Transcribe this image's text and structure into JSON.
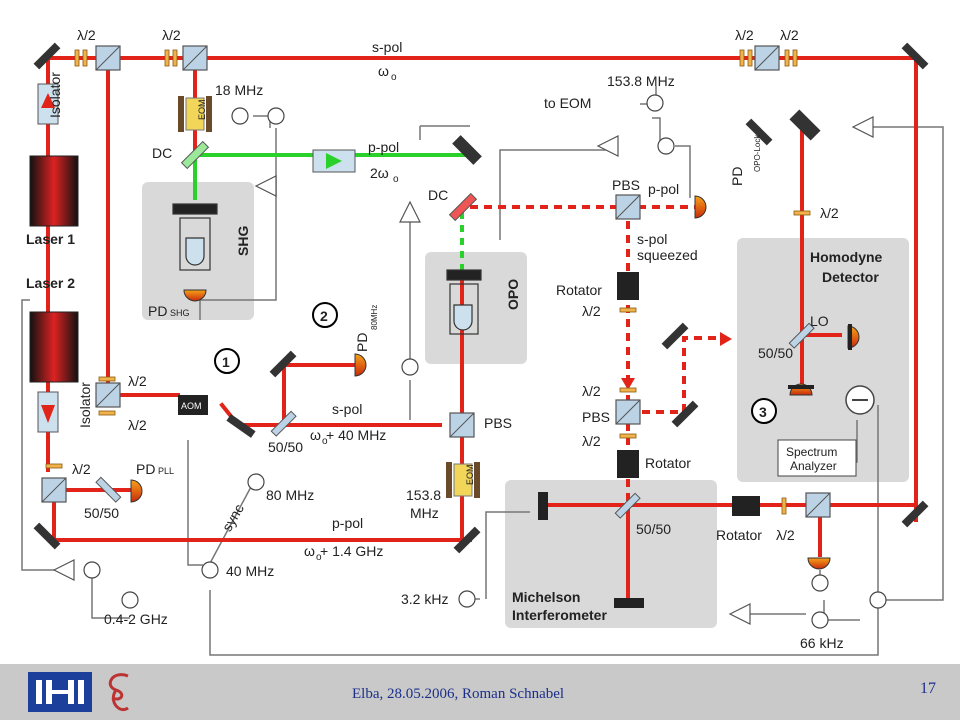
{
  "diagram": {
    "labels": {
      "halfwave": "λ/2",
      "s_pol": "s-pol",
      "omega_0": "ω",
      "omega_sub": "o",
      "isolator": "Isolator",
      "laser1": "Laser 1",
      "laser2": "Laser 2",
      "eom": "EOM",
      "mhz18": "18 MHz",
      "dc": "DC",
      "shg": "SHG",
      "pd": "PD",
      "shg_sub": "SHG",
      "p_pol": "p-pol",
      "two_omega_0": "2ω",
      "mhz153": "153.8 MHz",
      "to_eom": "to EOM",
      "pbs": "PBS",
      "pd_opo_sub": "OPO-Lock",
      "opo": "OPO",
      "s_pol_squeezed_1": "s-pol",
      "s_pol_squeezed_2": "squeezed",
      "rotator": "Rotator",
      "homodyne_1": "Homodyne",
      "homodyne_2": "Detector",
      "lo": "LO",
      "fifty": "50/50",
      "aom": "AOM",
      "pd80_sub": "80MHz",
      "plus40": " + 40 MHz",
      "mhz80": "80 MHz",
      "eom_153_1": "153.8",
      "eom_153_2": "MHz",
      "sync": "sync",
      "pll_sub": "PLL",
      "plus14": " + 1.4 GHz",
      "mhz40": "40 MHz",
      "ghz": "0.4-2 GHz",
      "khz32": "3.2 kHz",
      "michelson_1": "Michelson",
      "michelson_2": "Interferometer",
      "spectrum_1": "Spectrum",
      "spectrum_2": "Analyzer",
      "khz66": "66 kHz",
      "marker1": "1",
      "marker2": "2",
      "marker3": "3"
    }
  },
  "footer": {
    "text": "Elba, 28.05.2006,  Roman Schnabel",
    "page": "17"
  },
  "colors": {
    "beam_red": "#e2231a",
    "beam_green": "#2bd12b",
    "footer_bg": "#c9c9c9",
    "footer_text": "#1b2f8a"
  }
}
